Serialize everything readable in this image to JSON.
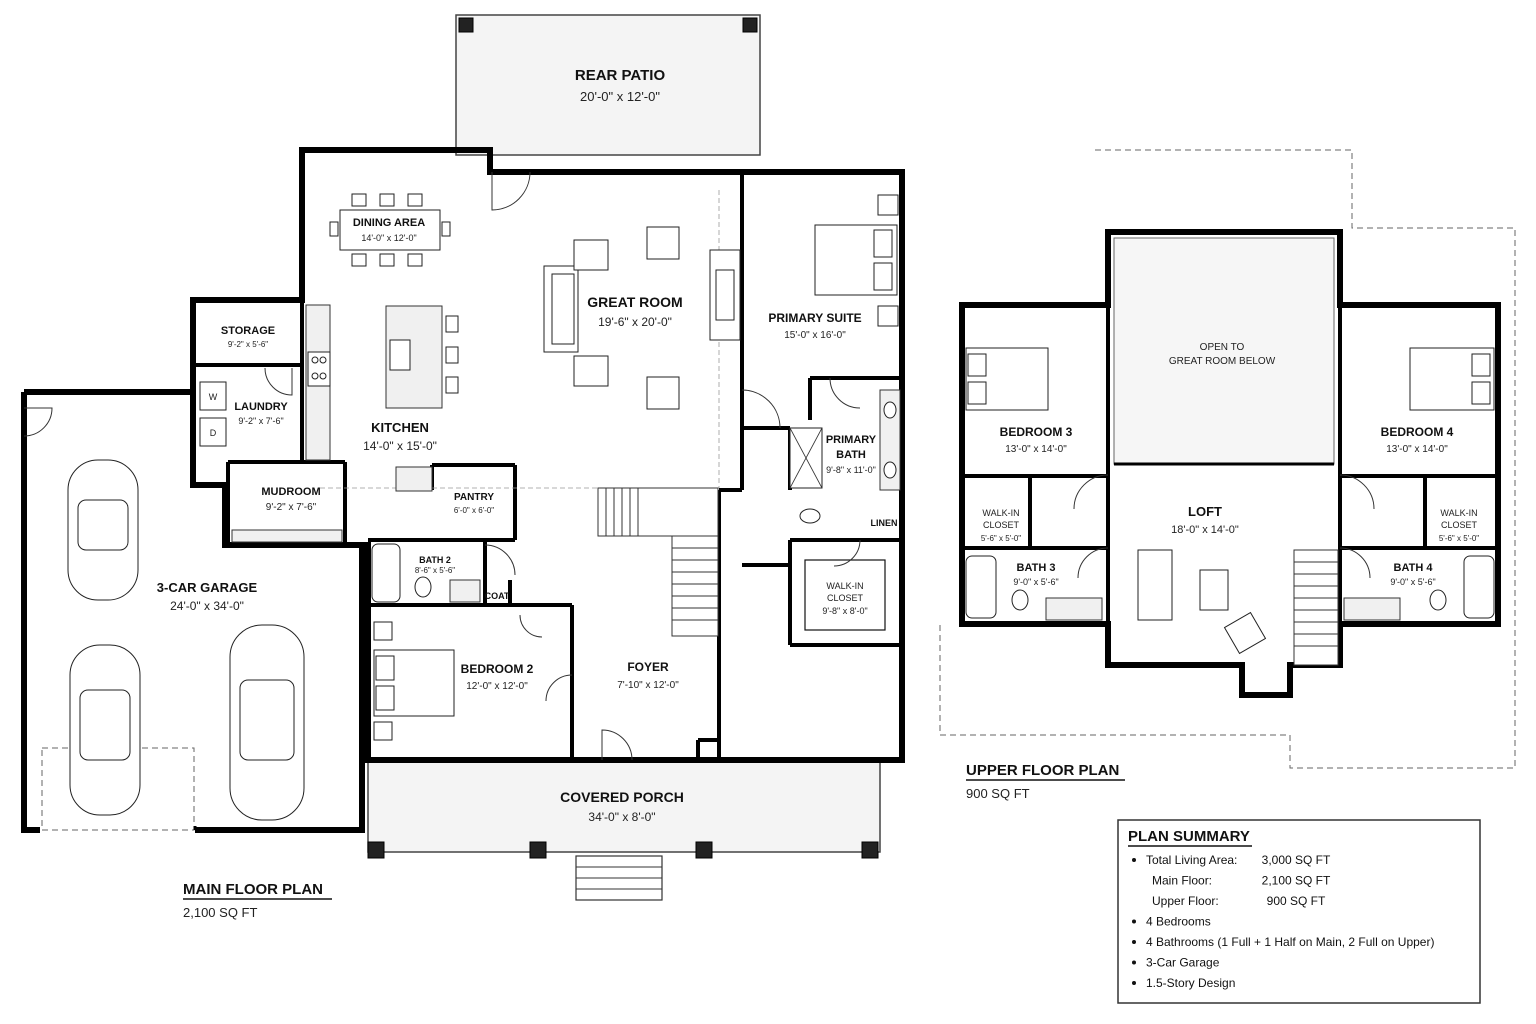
{
  "main_floor": {
    "title": "MAIN FLOOR PLAN",
    "area": "2,100 SQ FT",
    "rooms": {
      "rear_patio": {
        "name": "REAR PATIO",
        "dim": "20'-0\" x 12'-0\""
      },
      "dining_area": {
        "name": "DINING AREA",
        "dim": "14'-0\" x 12'-0\""
      },
      "great_room": {
        "name": "GREAT ROOM",
        "dim": "19'-6\" x 20'-0\""
      },
      "primary_suite": {
        "name": "PRIMARY SUITE",
        "dim": "15'-0\" x 16'-0\""
      },
      "storage": {
        "name": "STORAGE",
        "dim": "9'-2\" x 5'-6\""
      },
      "laundry": {
        "name": "LAUNDRY",
        "dim": "9'-2\" x 7'-6\""
      },
      "kitchen": {
        "name": "KITCHEN",
        "dim": "14'-0\" x 15'-0\""
      },
      "primary_bath": {
        "name_line1": "PRIMARY",
        "name_line2": "BATH",
        "dim": "9'-8\" x 11'-0\""
      },
      "mudroom": {
        "name": "MUDROOM",
        "dim": "9'-2\" x 7'-6\""
      },
      "pantry": {
        "name": "PANTRY",
        "dim": "6'-0\" x 6'-0\""
      },
      "linen": {
        "name": "LINEN"
      },
      "bath_2": {
        "name": "BATH 2",
        "dim": "8'-6\" x 5'-6\""
      },
      "coat": {
        "name": "COAT"
      },
      "garage": {
        "name": "3-CAR GARAGE",
        "dim": "24'-0\" x 34'-0\""
      },
      "bedroom_2": {
        "name": "BEDROOM 2",
        "dim": "12'-0\" x 12'-0\""
      },
      "foyer": {
        "name": "FOYER",
        "dim": "7'-10\" x 12'-0\""
      },
      "walkin_closet": {
        "name_line1": "WALK-IN",
        "name_line2": "CLOSET",
        "dim": "9'-8\" x 8'-0\""
      },
      "covered_porch": {
        "name": "COVERED PORCH",
        "dim": "34'-0\" x 8'-0\""
      }
    },
    "appliance_labels": {
      "washer": "W",
      "dryer": "D"
    }
  },
  "upper_floor": {
    "title": "UPPER FLOOR PLAN",
    "area": "900 SQ FT",
    "rooms": {
      "open_to_below": {
        "line1": "OPEN TO",
        "line2": "GREAT ROOM BELOW"
      },
      "bedroom_3": {
        "name": "BEDROOM 3",
        "dim": "13'-0\" x 14'-0\""
      },
      "bedroom_4": {
        "name": "BEDROOM 4",
        "dim": "13'-0\" x 14'-0\""
      },
      "loft": {
        "name": "LOFT",
        "dim": "18'-0\" x 14'-0\""
      },
      "walkin_left": {
        "line1": "WALK-IN",
        "line2": "CLOSET",
        "dim": "5'-6\" x 5'-0\""
      },
      "walkin_right": {
        "line1": "WALK-IN",
        "line2": "CLOSET",
        "dim": "5'-6\" x 5'-0\""
      },
      "bath_3": {
        "name": "BATH 3",
        "dim": "9'-0\" x 5'-6\""
      },
      "bath_4": {
        "name": "BATH 4",
        "dim": "9'-0\" x 5'-6\""
      }
    }
  },
  "plan_summary": {
    "title": "PLAN SUMMARY",
    "items": [
      {
        "bullet": true,
        "label": "Total Living Area:",
        "value": "3,000 SQ FT"
      },
      {
        "bullet": false,
        "label": "Main Floor:",
        "value": "2,100 SQ FT"
      },
      {
        "bullet": false,
        "label": "Upper Floor:",
        "value": "900 SQ FT"
      },
      {
        "bullet": true,
        "label": "4 Bedrooms",
        "value": ""
      },
      {
        "bullet": true,
        "label": "4 Bathrooms (1 Full + 1 Half on Main, 2 Full on Upper)",
        "value": ""
      },
      {
        "bullet": true,
        "label": "3-Car Garage",
        "value": ""
      },
      {
        "bullet": true,
        "label": "1.5-Story Design",
        "value": ""
      }
    ]
  }
}
